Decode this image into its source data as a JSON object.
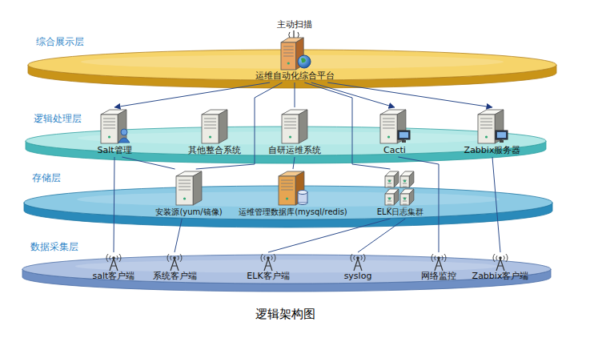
{
  "diagram": {
    "caption": "逻辑架构图",
    "nodes": [
      {
        "text": [
          "综合展示层"
        ]
      },
      {
        "text": [
          "主动扫描",
          "运维自动化综合平台"
        ],
        "in": 0
      },
      {
        "text": [
          "逻辑处理层"
        ]
      },
      {
        "text": [
          "Salt管理"
        ],
        "in": 2
      },
      {
        "text": [
          "其他整合系统"
        ],
        "in": 2
      },
      {
        "text": [
          "自研运维系统"
        ],
        "in": 2
      },
      {
        "text": [
          "Cacti"
        ],
        "in": 2
      },
      {
        "text": [
          "Zabbix服务器"
        ],
        "in": 2
      },
      {
        "text": [
          "存储层"
        ]
      },
      {
        "text": [
          "安装源(yum/镜像)"
        ],
        "in": 8
      },
      {
        "text": [
          "运维管理数据库(mysql/redis)"
        ],
        "in": 8
      },
      {
        "text": [
          "ELK日志集群"
        ],
        "in": 8
      },
      {
        "text": [
          "数据采集层"
        ]
      },
      {
        "text": [
          "salt客户端"
        ],
        "in": 12
      },
      {
        "text": [
          "系统客户端"
        ],
        "in": 12
      },
      {
        "text": [
          "ELK客户端"
        ],
        "in": 12
      },
      {
        "text": [
          "syslog"
        ],
        "in": 12
      },
      {
        "text": [
          "网络监控"
        ],
        "in": 12
      },
      {
        "text": [
          "Zabbix客户端"
        ],
        "in": 12
      }
    ],
    "edges": [
      {
        "from": 1,
        "to": 3,
        "arrow": "to"
      },
      {
        "from": 1,
        "to": 5,
        "arrow": "none"
      },
      {
        "from": 1,
        "to": 6,
        "arrow": "to"
      },
      {
        "from": 1,
        "to": 7,
        "arrow": "to"
      },
      {
        "from": 1,
        "to": 9,
        "arrow": "none"
      },
      {
        "from": 1,
        "to": 11,
        "arrow": "none"
      },
      {
        "from": 3,
        "to": 9,
        "arrow": "none"
      },
      {
        "from": 3,
        "to": 13,
        "arrow": "none"
      },
      {
        "from": 5,
        "to": 10,
        "arrow": "none"
      },
      {
        "from": 9,
        "to": 14,
        "arrow": "none"
      },
      {
        "from": 11,
        "to": 15,
        "arrow": "none"
      },
      {
        "from": 11,
        "to": 16,
        "arrow": "none"
      },
      {
        "from": 6,
        "to": 17,
        "arrow": "none"
      },
      {
        "from": 7,
        "to": 18,
        "arrow": "none"
      }
    ]
  }
}
